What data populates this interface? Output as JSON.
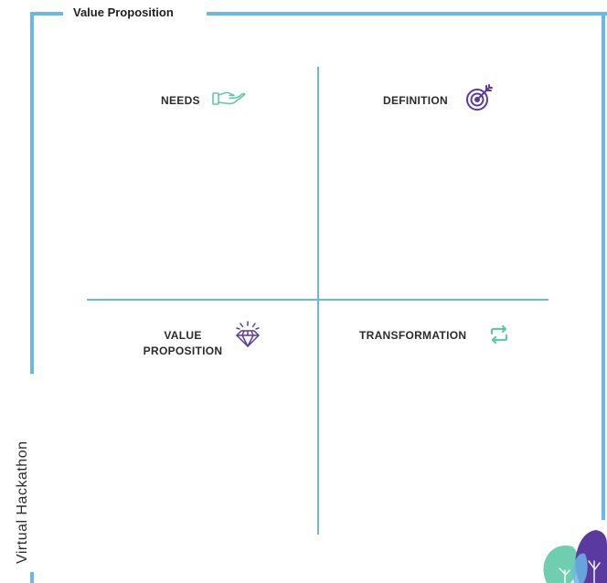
{
  "title": "Value Proposition",
  "side_text": "Virtual Hackathon",
  "quadrants": {
    "needs": {
      "label": "NEEDS",
      "icon": "hand-icon"
    },
    "definition": {
      "label": "DEFINITION",
      "icon": "target-icon"
    },
    "value_proposition": {
      "label_line1": "VALUE",
      "label_line2": "PROPOSITION",
      "icon": "diamond-icon"
    },
    "transformation": {
      "label": "TRANSFORMATION",
      "icon": "repeat-icon"
    }
  },
  "colors": {
    "frame": "#6bb7e6",
    "teal": "#5fc9a6",
    "purple": "#5b3aa0",
    "text": "#2b2b2b"
  }
}
